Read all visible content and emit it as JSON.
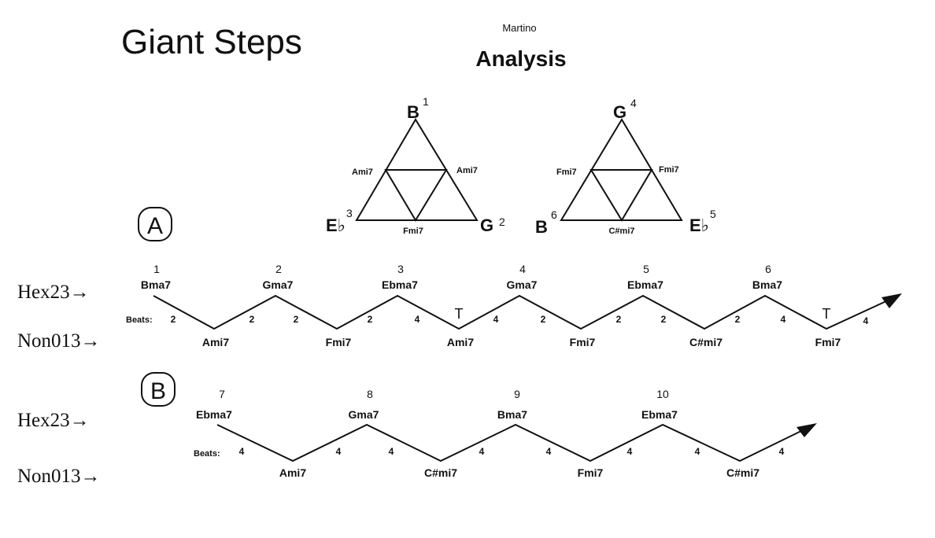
{
  "title": "Giant Steps",
  "author": "Martino",
  "subtitle": "Analysis",
  "triangles": [
    {
      "top": {
        "note": "B",
        "num": "1"
      },
      "left": {
        "note": "E♭",
        "num": "3"
      },
      "right": {
        "note": "G",
        "num": "2"
      },
      "mid_left": "Ami7",
      "mid_right": "Ami7",
      "mid_bottom": "Fmi7"
    },
    {
      "top": {
        "note": "G",
        "num": "4"
      },
      "left": {
        "note": "B",
        "num": "6"
      },
      "right": {
        "note": "E♭",
        "num": "5"
      },
      "mid_left": "Fmi7",
      "mid_right": "Fmi7",
      "mid_bottom": "C#mi7"
    }
  ],
  "side_labels": {
    "hex": "Hex23→",
    "non": "Non013→"
  },
  "sections": [
    {
      "letter": "A",
      "beats_label": "Beats:",
      "peaks": [
        {
          "num": "1",
          "chord": "Bma7"
        },
        {
          "num": "2",
          "chord": "Gma7"
        },
        {
          "num": "3",
          "chord": "Ebma7"
        },
        {
          "num": "4",
          "chord": "Gma7"
        },
        {
          "num": "5",
          "chord": "Ebma7"
        },
        {
          "num": "6",
          "chord": "Bma7"
        }
      ],
      "valleys": [
        "Ami7",
        "Fmi7",
        "Ami7",
        "Fmi7",
        "C#mi7",
        "Fmi7"
      ],
      "beats": [
        "2",
        "2",
        "2",
        "2",
        "4",
        "4",
        "2",
        "2",
        "2",
        "2",
        "4",
        "4"
      ],
      "t_marks": [
        "T",
        "T"
      ]
    },
    {
      "letter": "B",
      "beats_label": "Beats:",
      "peaks": [
        {
          "num": "7",
          "chord": "Ebma7"
        },
        {
          "num": "8",
          "chord": "Gma7"
        },
        {
          "num": "9",
          "chord": "Bma7"
        },
        {
          "num": "10",
          "chord": "Ebma7"
        }
      ],
      "valleys": [
        "Ami7",
        "C#mi7",
        "Fmi7",
        "C#mi7"
      ],
      "beats": [
        "4",
        "4",
        "4",
        "4",
        "4",
        "4",
        "4",
        "4"
      ]
    }
  ]
}
